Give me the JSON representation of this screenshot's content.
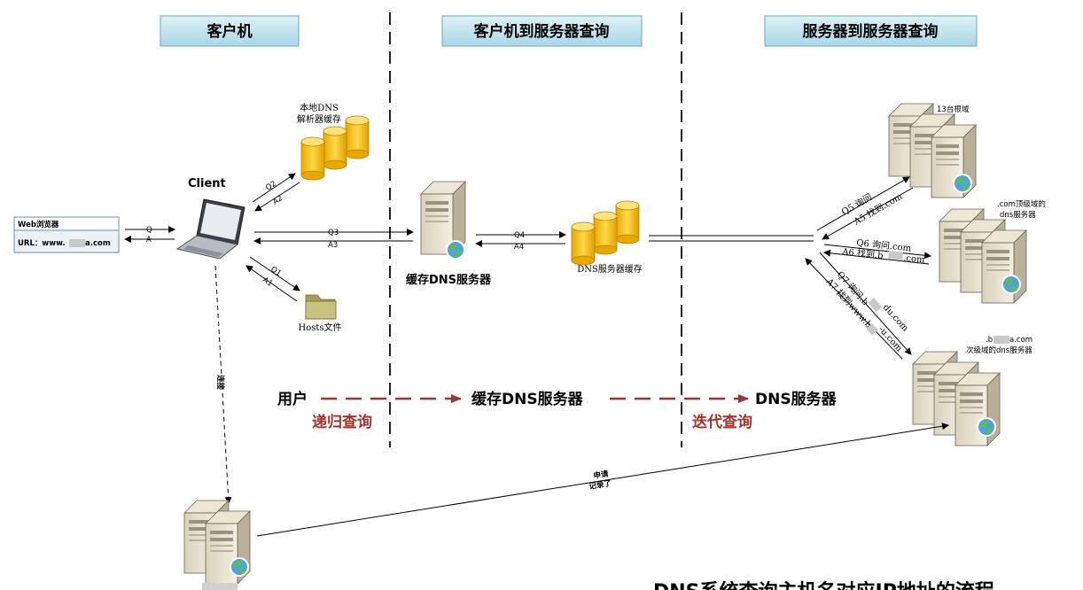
{
  "headers": {
    "client": "客户机",
    "client_to_server": "客户机到服务器查询",
    "server_to_server": "服务器到服务器查询"
  },
  "browser": {
    "line1": "Web浏览器",
    "line2": "URL：www.",
    "line2_end": "a.com"
  },
  "client": {
    "label": "Client"
  },
  "local_cache": {
    "line1": "本地DNS",
    "line2": "解析器缓存"
  },
  "hosts": {
    "label": "Hosts文件"
  },
  "cache_server": {
    "label": "缓存DNS服务器"
  },
  "dns_cache": {
    "label": "DNS服务器缓存"
  },
  "root": {
    "label": "13台根域"
  },
  "tld": {
    "line1": ".com顶级域的",
    "line2": "dns服务器"
  },
  "second": {
    "line1": ".b",
    "line1_end": "a.com",
    "line2": "次级域的dns服务器"
  },
  "arrows": {
    "q": "Q",
    "a": "A",
    "q1": "Q1",
    "a1": "A1",
    "q2": "Q2",
    "a2": "A2",
    "q3": "Q3",
    "a3": "A3",
    "q4": "Q4",
    "a4": "A4",
    "q5": "Q5 询问",
    "a5": "A5 找到.com",
    "q6": "Q6 询问.com",
    "a6": "A6 找到.b",
    "a6_end": ".com",
    "q7": "Q7 询问.b",
    "q7_end": "du.com",
    "a7": "A7 找到www.b",
    "a7_end": "-u.com"
  },
  "connect": {
    "label": "连接"
  },
  "apply": {
    "line1": "申请",
    "line2": "记录了"
  },
  "flow": {
    "user": "用户",
    "cache": "缓存DNS服务器",
    "dns": "DNS服务器",
    "recursive": "递归查询",
    "iterative": "迭代查询"
  },
  "title": "DNS系统查询主机名对应IP地址的流程"
}
